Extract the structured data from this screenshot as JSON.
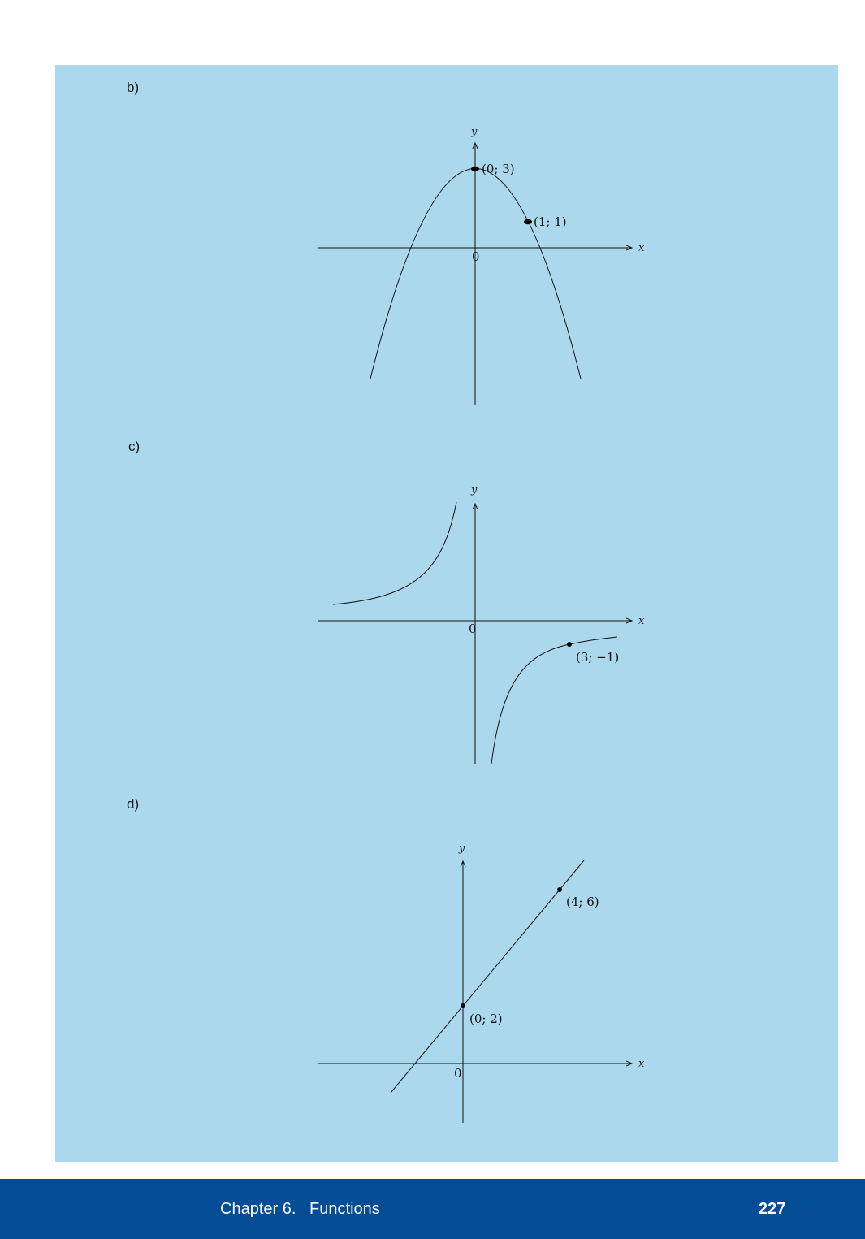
{
  "parts": {
    "b": {
      "label": "b)",
      "x_axis": "x",
      "y_axis": "y",
      "origin": "0",
      "point_max": "(0; 3)",
      "point_b": "(1; 1)"
    },
    "c": {
      "label": "c)",
      "x_axis": "x",
      "y_axis": "y",
      "origin": "0",
      "point_a": "(3; −1)"
    },
    "d": {
      "label": "d)",
      "x_axis": "x",
      "y_axis": "y",
      "origin": "0",
      "point_a": "(4; 6)",
      "point_b": "(0; 2)"
    }
  },
  "chart_data": [
    {
      "type": "line",
      "series": [
        {
          "values": []
        }
      ],
      "points": [
        {
          "x": 0,
          "y": 3
        },
        {
          "x": 1,
          "y": 1
        }
      ]
    },
    {
      "type": "line",
      "series": [
        {
          "values": []
        }
      ],
      "points": [
        {
          "x": 3,
          "y": -1
        }
      ]
    },
    {
      "type": "line",
      "series": [
        {
          "values": []
        }
      ],
      "points": [
        {
          "x": 4,
          "y": 6
        },
        {
          "x": 0,
          "y": 2
        }
      ]
    }
  ],
  "footer": {
    "chapter": "Chapter 6.   Functions",
    "page_number": "227"
  }
}
